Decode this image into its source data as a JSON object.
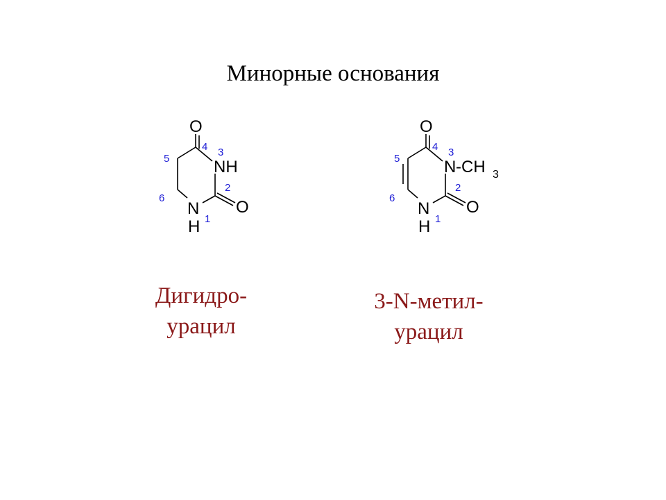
{
  "title": "Минорные основания",
  "colors": {
    "caption": "#8b1a1a",
    "atom_number": "#1f1fd6"
  },
  "molecules": [
    {
      "atoms": {
        "o4": "O",
        "nh3": "NH",
        "n1": "N",
        "h1": "H",
        "o2": "O"
      },
      "numbers": {
        "n1": "1",
        "n2": "2",
        "n3": "3",
        "n4": "4",
        "n5": "5",
        "n6": "6"
      },
      "caption": [
        "Дигидро-",
        "урацил"
      ]
    },
    {
      "atoms": {
        "o4": "O",
        "n3": "N",
        "ch3": "-CH",
        "ch3_sub": "3",
        "n1": "N",
        "h1": "H",
        "o2": "O"
      },
      "numbers": {
        "n1": "1",
        "n2": "2",
        "n3": "3",
        "n4": "4",
        "n5": "5",
        "n6": "6"
      },
      "caption": [
        "3-N-метил-",
        "урацил"
      ]
    }
  ]
}
